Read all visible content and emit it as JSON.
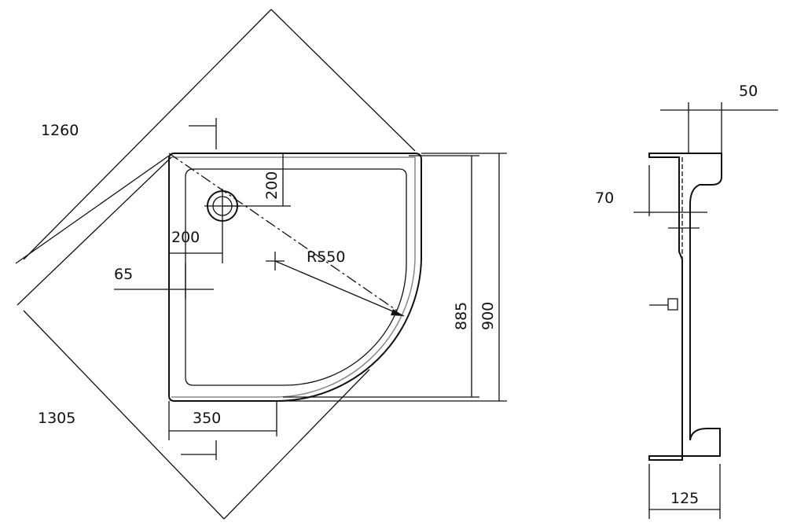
{
  "drawing": {
    "title": "Quarter-circle shower tray dimension drawing",
    "dimensions": {
      "diag_top": "1260",
      "diag_bottom": "1305",
      "drain_y": "200",
      "drain_x": "200",
      "rim_width": "65",
      "radius": "R550",
      "inner_depth": "885",
      "outer_depth": "900",
      "straight_length": "350",
      "side_top": "50",
      "side_step": "70",
      "side_height": "125"
    }
  }
}
